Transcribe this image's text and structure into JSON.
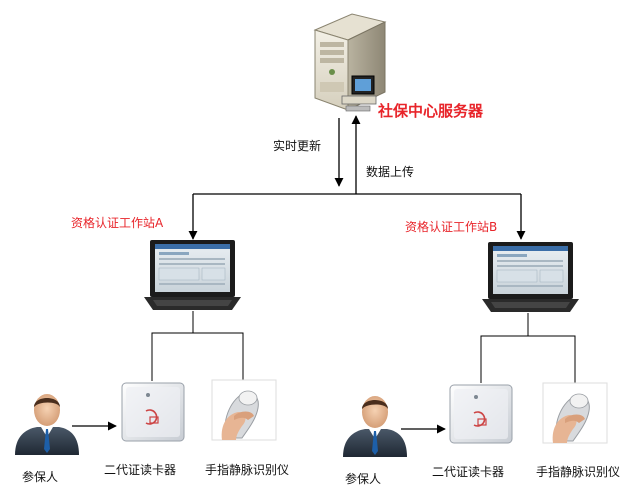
{
  "server": {
    "label": "社保中心服务器",
    "icon": "server-icon"
  },
  "links": {
    "down_label": "实时更新",
    "up_label": "数据上传"
  },
  "stations": [
    {
      "label": "资格认证工作站A",
      "icon": "laptop-icon"
    },
    {
      "label": "资格认证工作站B",
      "icon": "laptop-icon"
    }
  ],
  "groups": [
    {
      "person": "参保人",
      "card_reader": "二代证读卡器",
      "vein_reader": "手指静脉识别仪"
    },
    {
      "person": "参保人",
      "card_reader": "二代证读卡器",
      "vein_reader": "手指静脉识别仪"
    }
  ],
  "colors": {
    "label_red": "#e8242a",
    "line": "#000000"
  }
}
